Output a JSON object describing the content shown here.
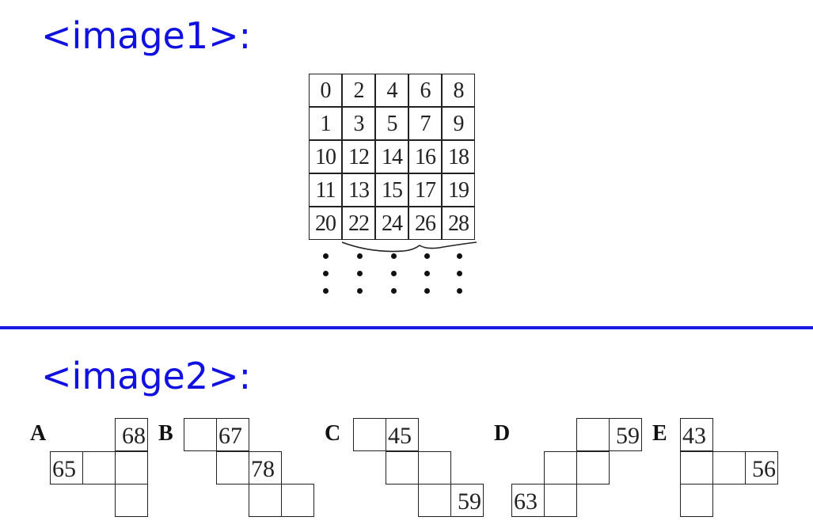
{
  "headings": {
    "image1": "<image1>:",
    "image2": "<image2>:"
  },
  "grid": {
    "rows": [
      [
        "0",
        "2",
        "4",
        "6",
        "8"
      ],
      [
        "1",
        "3",
        "5",
        "7",
        "9"
      ],
      [
        "10",
        "12",
        "14",
        "16",
        "18"
      ],
      [
        "11",
        "13",
        "15",
        "17",
        "19"
      ],
      [
        "20",
        "22",
        "24",
        "26",
        "28"
      ]
    ]
  },
  "options": [
    {
      "letter": "A",
      "values": [
        "68",
        "65"
      ]
    },
    {
      "letter": "B",
      "values": [
        "67",
        "78"
      ]
    },
    {
      "letter": "C",
      "values": [
        "45",
        "59"
      ]
    },
    {
      "letter": "D",
      "values": [
        "59",
        "63"
      ]
    },
    {
      "letter": "E",
      "values": [
        "43",
        "56"
      ]
    }
  ],
  "colors": {
    "heading": "#1010e0",
    "divider": "#1a1ae6"
  }
}
